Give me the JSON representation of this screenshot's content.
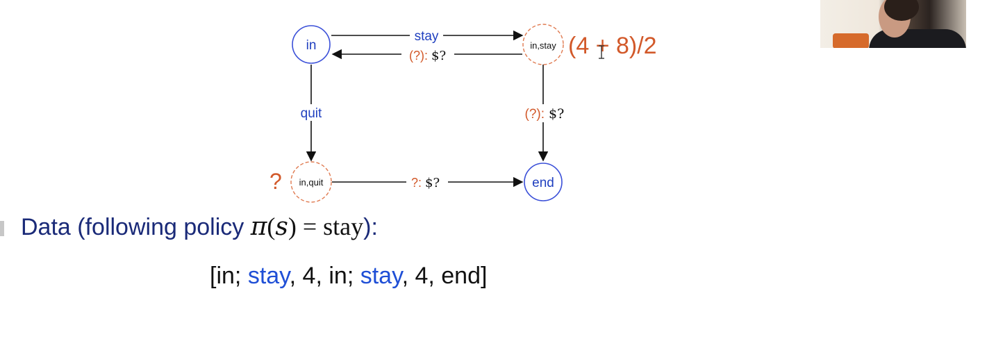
{
  "nodes": {
    "in": "in",
    "in_stay": "in,stay",
    "in_quit": "in,quit",
    "end": "end"
  },
  "edges": {
    "stay_label": "stay",
    "back_reward_prob": "(?):",
    "back_reward_value": "$?",
    "quit_label": "quit",
    "right_reward_prob": "(?):",
    "right_reward_value": "$?",
    "bottom_reward_prob": "?:",
    "bottom_reward_value": "$?"
  },
  "annotations": {
    "estimate": "(4 + 8)/2",
    "quit_question": "?"
  },
  "data_line": {
    "prefix": "Data (following policy ",
    "pi": "π",
    "s": "s",
    "eq": " = ",
    "stay": "stay",
    "suffix": "):"
  },
  "trajectory": {
    "open": "[in; ",
    "a1": "stay",
    "mid": ", 4, in; ",
    "a2": "stay",
    "close": ", 4, end]"
  },
  "colors": {
    "node_blue": "#3a4fd8",
    "chance_orange": "#e07a50",
    "label_blue": "#1f3fbf",
    "label_orange": "#d2592a",
    "heading_navy": "#1a2a78"
  }
}
